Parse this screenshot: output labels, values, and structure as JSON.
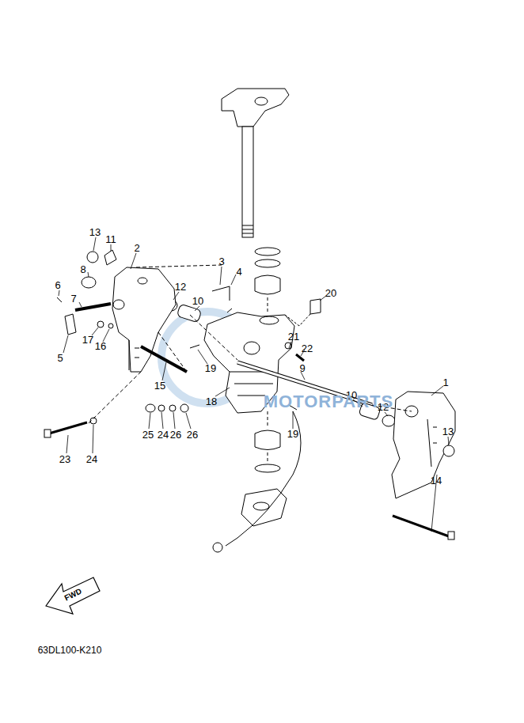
{
  "diagram": {
    "labels": [
      "13",
      "11",
      "2",
      "3",
      "4",
      "8",
      "6",
      "12",
      "20",
      "7",
      "10",
      "17",
      "16",
      "5",
      "21",
      "22",
      "9",
      "19",
      "15",
      "18",
      "10",
      "12",
      "1",
      "13",
      "19",
      "25",
      "24",
      "26",
      "26",
      "23",
      "24",
      "14",
      "FWD",
      "63DL100-K210",
      "MOTORPARTS"
    ]
  }
}
